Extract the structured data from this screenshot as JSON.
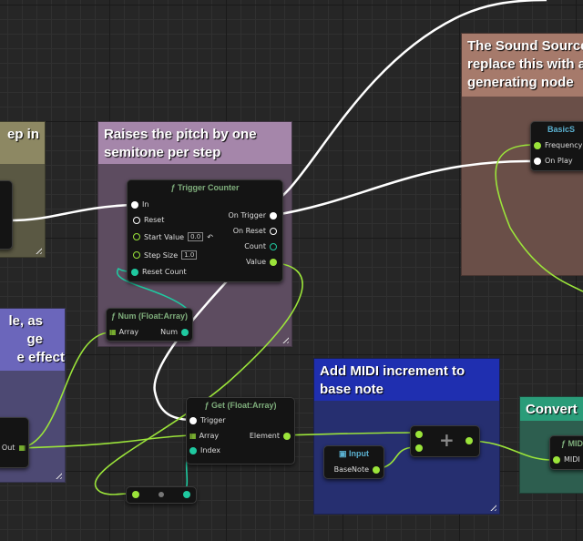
{
  "comments": [
    {
      "id": "step",
      "text": "ep in",
      "header_color": "#8d8863",
      "body_color": "#5a5843"
    },
    {
      "id": "pitch",
      "text": "Raises the pitch by one semitone per step",
      "header_color": "#a586aa",
      "body_color": "#5d4c60"
    },
    {
      "id": "source",
      "text": "The Sound Source replace this with a generating node",
      "header_color": "#a67a6b",
      "body_color": "#6a4f48"
    },
    {
      "id": "scale",
      "text": "le, as ge e effect",
      "lines": [
        "le, as",
        "ge",
        "e effect"
      ],
      "header_color": "#6b66bb",
      "body_color": "#4d4973"
    },
    {
      "id": "midi",
      "text": "Add MIDI increment to base note",
      "header_color": "#1f2fb0",
      "body_color": "#262f70"
    },
    {
      "id": "convert",
      "text": "Convert",
      "header_color": "#2a9c79",
      "body_color": "#2d5e4f"
    }
  ],
  "nodes": {
    "trigger_counter": {
      "title": "Trigger Counter",
      "inputs": [
        "In",
        "Reset",
        "Start Value",
        "Step Size",
        "Reset Count"
      ],
      "start_value": "0.0",
      "step_size": "1.0",
      "outputs": [
        "On Trigger",
        "On Reset",
        "Count",
        "Value"
      ]
    },
    "num": {
      "title": "Num (Float:Array)",
      "input": "Array",
      "output": "Num"
    },
    "get": {
      "title": "Get (Float:Array)",
      "inputs": [
        "Trigger",
        "Array",
        "Index"
      ],
      "output": "Element"
    },
    "input": {
      "title": "Input",
      "output": "BaseNote"
    },
    "add": {
      "symbol": "+"
    },
    "basic": {
      "title": "BasicS",
      "inputs": [
        "Frequency",
        "On Play"
      ]
    },
    "midi": {
      "title": "MIDI",
      "input": "MIDI"
    },
    "left_array": {
      "output": "Out"
    }
  },
  "colors": {
    "exec": "#ffffff",
    "float": "#9be43a",
    "int": "#1fc9a0"
  }
}
